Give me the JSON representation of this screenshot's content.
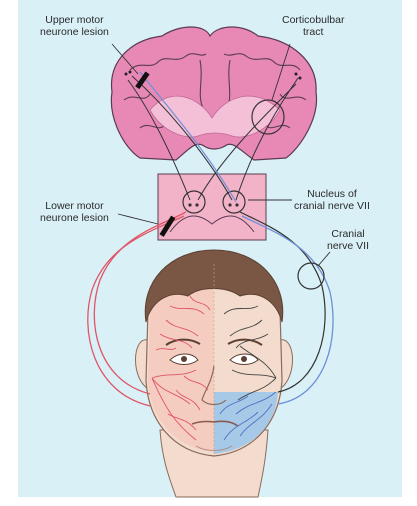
{
  "labels": {
    "upper_motor_lesion": [
      "Upper motor",
      "neurone lesion"
    ],
    "corticobulbar_tract": [
      "Corticobulbar",
      "tract"
    ],
    "lower_motor_lesion": [
      "Lower motor",
      "neurone lesion"
    ],
    "nucleus_cn7": [
      "Nucleus of",
      "cranial nerve VII"
    ],
    "cranial_nerve_7": [
      "Cranial",
      "nerve VII"
    ]
  },
  "colors": {
    "background": "#d9f0f7",
    "brain": "#e889b5",
    "brain_outline": "#5a3b52",
    "brainstem": "#f2b3c8",
    "face_left_tint": "#f4c7bb",
    "face_right_tint": "#b9d8ef",
    "skin": "#f3dccd",
    "hair": "#7a5644",
    "nerve_red": "#e05566",
    "nerve_blue": "#6f8fd8",
    "nerve_dark": "#333333"
  }
}
